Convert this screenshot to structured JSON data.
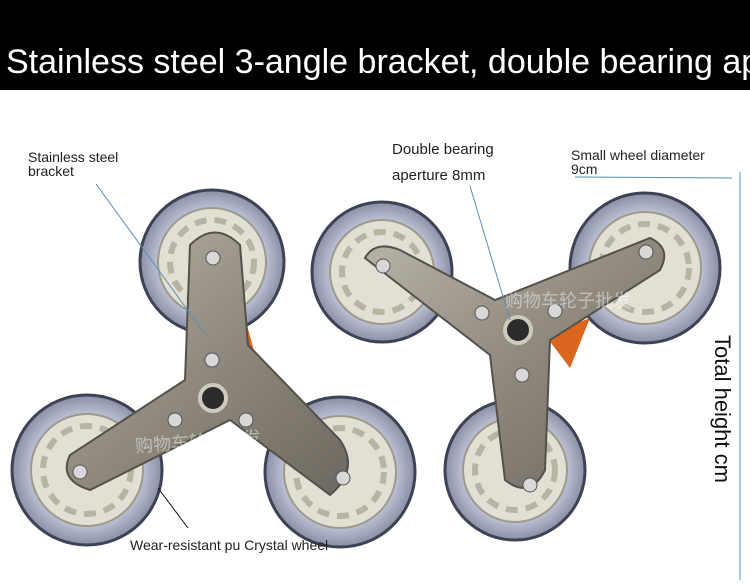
{
  "banner": {
    "title": "Stainless steel 3-angle bracket, double bearing ap",
    "color": "#000000"
  },
  "labels": {
    "bracket_line1": "Stainless steel",
    "bracket_line2": "bracket",
    "bearing_line1": "Double bearing",
    "bearing_line2": "aperture 8mm",
    "diameter_line1": "Small wheel diameter",
    "diameter_line2": "9cm",
    "wheel": "Wear-resistant pu Crystal wheel",
    "height": "Total height cm"
  },
  "watermarks": {
    "left": "购物车轮子批发",
    "right": "购物车轮子批发"
  },
  "colors": {
    "leader_line": "#5a8fb0",
    "bracket_steel": "#9a958c",
    "wheel_rim": "#c9cee0",
    "hub": "#d8d4c4",
    "accent_orange": "#d9651e"
  }
}
